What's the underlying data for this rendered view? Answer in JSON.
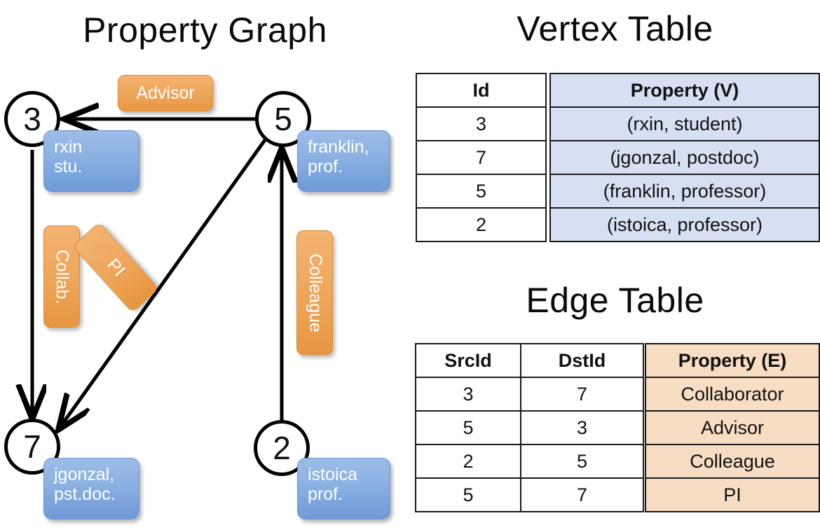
{
  "titles": {
    "property_graph": "Property Graph",
    "vertex_table": "Vertex Table",
    "edge_table": "Edge Table"
  },
  "colors": {
    "vertex_property_fill": "#d6e0f2",
    "edge_property_fill": "#f6ddc3",
    "node_callout_blue": "#8ab0e2",
    "edge_callout_orange": "#eea75c",
    "stroke": "#000000"
  },
  "graph": {
    "nodes": [
      {
        "id": "3",
        "label": "3",
        "property_lines": [
          "rxin",
          "stu."
        ]
      },
      {
        "id": "5",
        "label": "5",
        "property_lines": [
          "franklin,",
          "prof."
        ]
      },
      {
        "id": "7",
        "label": "7",
        "property_lines": [
          "jgonzal,",
          "pst.doc."
        ]
      },
      {
        "id": "2",
        "label": "2",
        "property_lines": [
          "istoica",
          "prof."
        ]
      }
    ],
    "edge_labels": {
      "advisor": "Advisor",
      "collab": "Collab.",
      "pi": "PI",
      "colleague": "Colleague"
    },
    "edges": [
      {
        "src": "5",
        "dst": "3",
        "label": "Advisor"
      },
      {
        "src": "3",
        "dst": "7",
        "label": "Collab."
      },
      {
        "src": "5",
        "dst": "7",
        "label": "PI"
      },
      {
        "src": "2",
        "dst": "5",
        "label": "Colleague"
      }
    ]
  },
  "vertex_table": {
    "headers": [
      "Id",
      "Property (V)"
    ],
    "rows": [
      {
        "id": "3",
        "property": "(rxin, student)"
      },
      {
        "id": "7",
        "property": "(jgonzal, postdoc)"
      },
      {
        "id": "5",
        "property": "(franklin, professor)"
      },
      {
        "id": "2",
        "property": "(istoica, professor)"
      }
    ]
  },
  "edge_table": {
    "headers": [
      "SrcId",
      "DstId",
      "Property (E)"
    ],
    "rows": [
      {
        "src": "3",
        "dst": "7",
        "property": "Collaborator"
      },
      {
        "src": "5",
        "dst": "3",
        "property": "Advisor"
      },
      {
        "src": "2",
        "dst": "5",
        "property": "Colleague"
      },
      {
        "src": "5",
        "dst": "7",
        "property": "PI"
      }
    ]
  }
}
